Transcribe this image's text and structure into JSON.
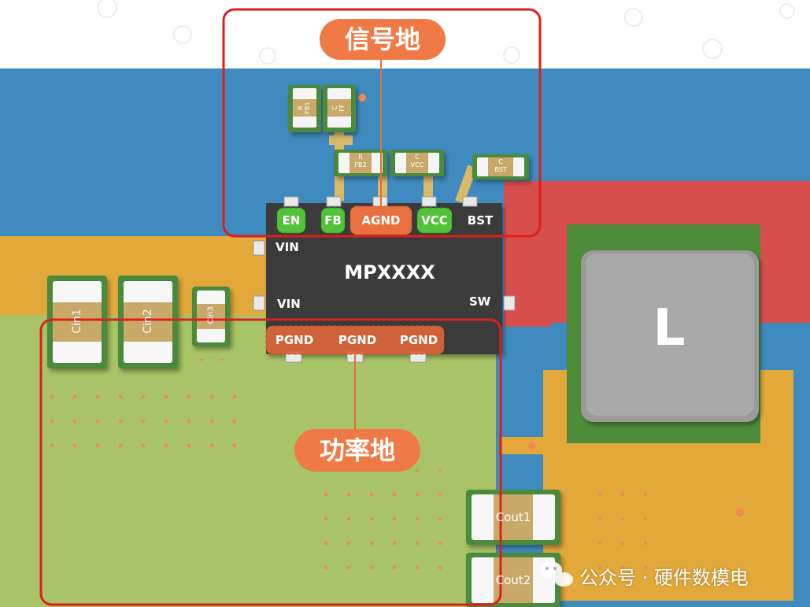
{
  "chip": {
    "name": "MPXXXX",
    "pins": {
      "en": "EN",
      "fb": "FB",
      "agnd": "AGND",
      "vcc": "VCC",
      "bst": "BST",
      "vin_top": "VIN",
      "vin_bottom": "VIN",
      "sw": "SW",
      "pgnd": [
        "PGND",
        "PGND",
        "PGND"
      ]
    }
  },
  "callouts": {
    "signal_ground": "信号地",
    "power_ground": "功率地"
  },
  "components": {
    "r_fb1": [
      "R",
      "FB1"
    ],
    "c_ff": [
      "C",
      "FF"
    ],
    "r_fb2": [
      "R",
      "FB2"
    ],
    "c_vcc": [
      "C",
      "VCC"
    ],
    "c_bst": [
      "C",
      "BST"
    ],
    "cin1": "Cin1",
    "cin2": "Cin2",
    "cin3": "Cin3",
    "inductor": "L",
    "cout1": "Cout1",
    "cout2": "Cout2"
  },
  "watermark": "公众号 · 硬件数模电",
  "colors": {
    "callout": "#f07a45",
    "frame": "#e01d1d",
    "power_plane": "#a8c466",
    "vin_plane": "#e3a83a",
    "sw_plane": "#d84e4c",
    "board": "#3f8bc0"
  }
}
